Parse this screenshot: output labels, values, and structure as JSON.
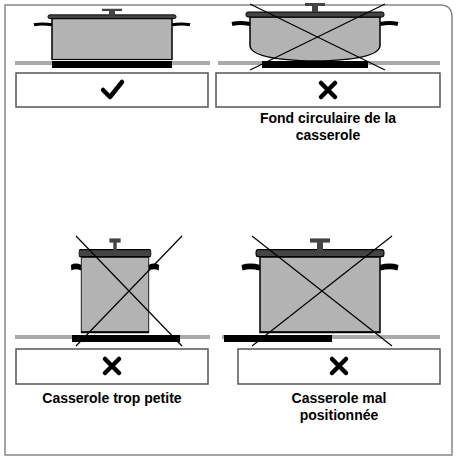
{
  "diagram": {
    "labels": [
      "Fond circulaire de la casserole",
      "Casserole trop petite",
      "Casserole mal positionnée"
    ]
  }
}
